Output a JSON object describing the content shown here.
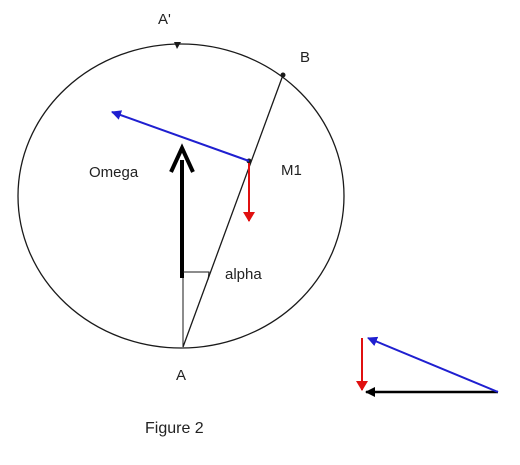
{
  "labels": {
    "a_prime": "A'",
    "b": "B",
    "omega": "Omega",
    "m1": "M1",
    "alpha": "alpha",
    "a": "A"
  },
  "caption": "Figure 2",
  "colors": {
    "outline": "#1a1a1a",
    "omega_vector": "#000000",
    "tangent_vector": "#1f1fd0",
    "gravity_vector": "#e01010",
    "resultant_vector": "#000000"
  }
}
